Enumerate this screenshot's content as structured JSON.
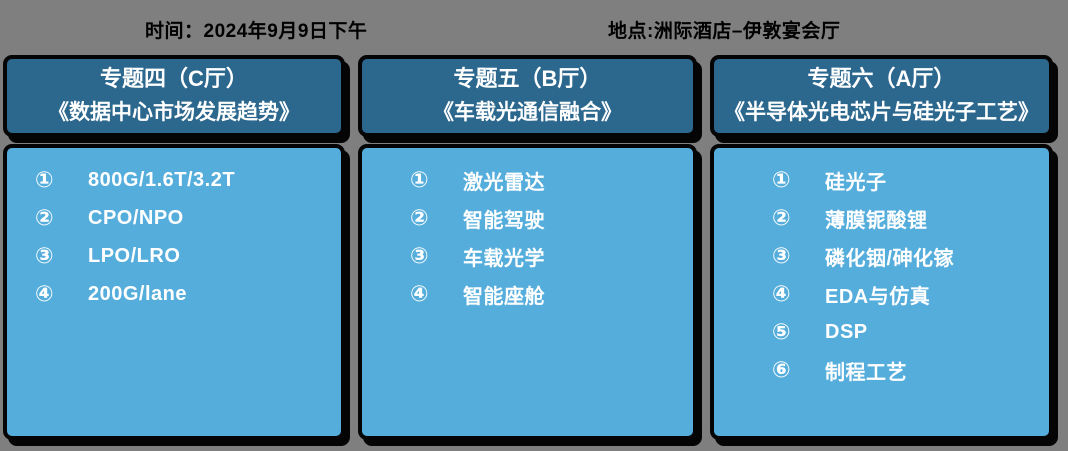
{
  "colors": {
    "page_bg": "#7f7f7f",
    "header_bg": "#2c678e",
    "body_bg": "#55addc",
    "border": "#050505",
    "panel_text": "#ffffff",
    "top_text": "#000000"
  },
  "header": {
    "time": "时间：2024年9月9日下午",
    "location": "地点:洲际酒店–伊敦宴会厅"
  },
  "panels": [
    {
      "id": "topic-4-hall-c",
      "title_line1": "专题四（C厅）",
      "title_line2": "《数据中心市场发展趋势》",
      "items": [
        {
          "num": "①",
          "text": "800G/1.6T/3.2T"
        },
        {
          "num": "②",
          "text": "CPO/NPO"
        },
        {
          "num": "③",
          "text": "LPO/LRO"
        },
        {
          "num": "④",
          "text": "200G/lane"
        }
      ]
    },
    {
      "id": "topic-5-hall-b",
      "title_line1": "专题五（B厅）",
      "title_line2": "《车载光通信融合》",
      "items": [
        {
          "num": "①",
          "text": "激光雷达"
        },
        {
          "num": "②",
          "text": "智能驾驶"
        },
        {
          "num": "③",
          "text": "车载光学"
        },
        {
          "num": "④",
          "text": "智能座舱"
        }
      ]
    },
    {
      "id": "topic-6-hall-a",
      "title_line1": "专题六（A厅）",
      "title_line2": "《半导体光电芯片与硅光子工艺》",
      "items": [
        {
          "num": "①",
          "text": "硅光子"
        },
        {
          "num": "②",
          "text": "薄膜铌酸锂"
        },
        {
          "num": "③",
          "text": "磷化铟/砷化镓"
        },
        {
          "num": "④",
          "text": "EDA与仿真"
        },
        {
          "num": "⑤",
          "text": "DSP"
        },
        {
          "num": "⑥",
          "text": "制程工艺"
        }
      ]
    }
  ]
}
